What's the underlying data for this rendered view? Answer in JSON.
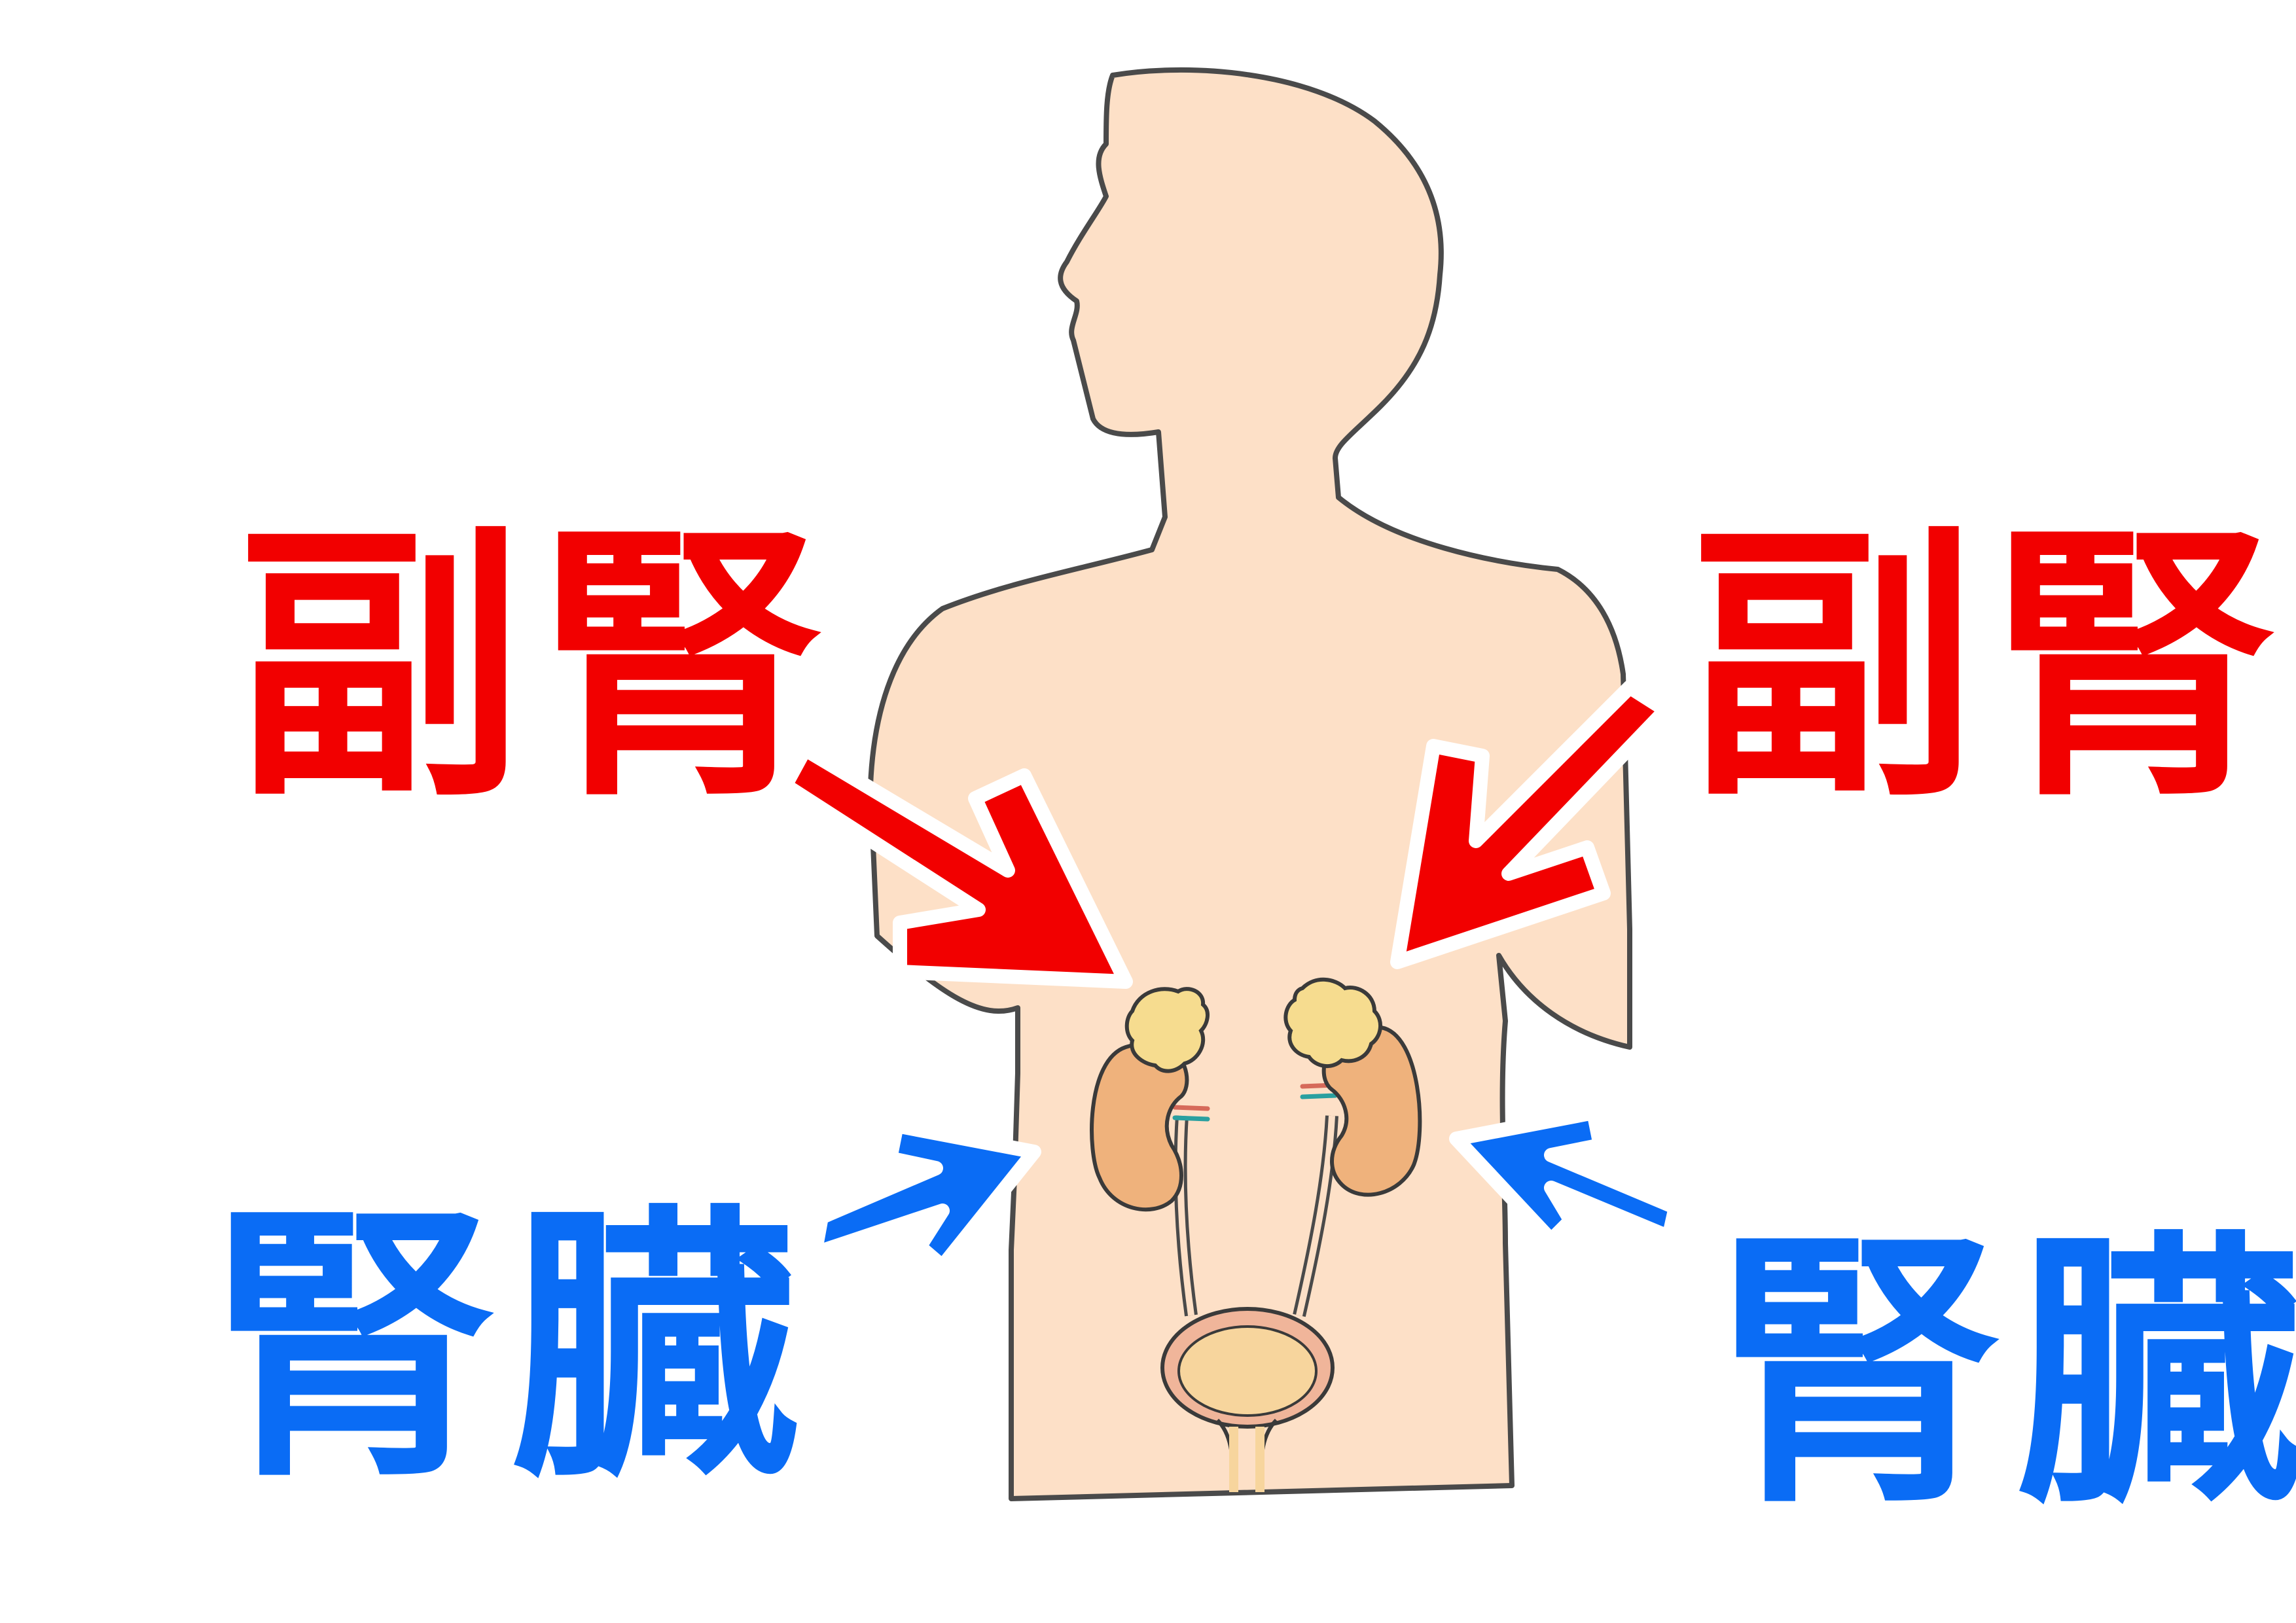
{
  "labels": {
    "adrenal_left": "副腎",
    "adrenal_right": "副腎",
    "kidney_left": "腎臓",
    "kidney_right": "腎臓"
  },
  "colors": {
    "adrenal_label": "#f20000",
    "kidney_label": "#0a6cf5",
    "skin": "#fde0c7",
    "outline": "#4a4a4a",
    "kidney_organ": "#efb27c",
    "adrenal_gland": "#f6dc8f",
    "bladder": "#f7d59d",
    "bladder_wall": "#f0b59a"
  },
  "icons": {
    "adrenal_arrows": "red-arrow-icon",
    "kidney_arrows": "blue-arrow-icon"
  }
}
